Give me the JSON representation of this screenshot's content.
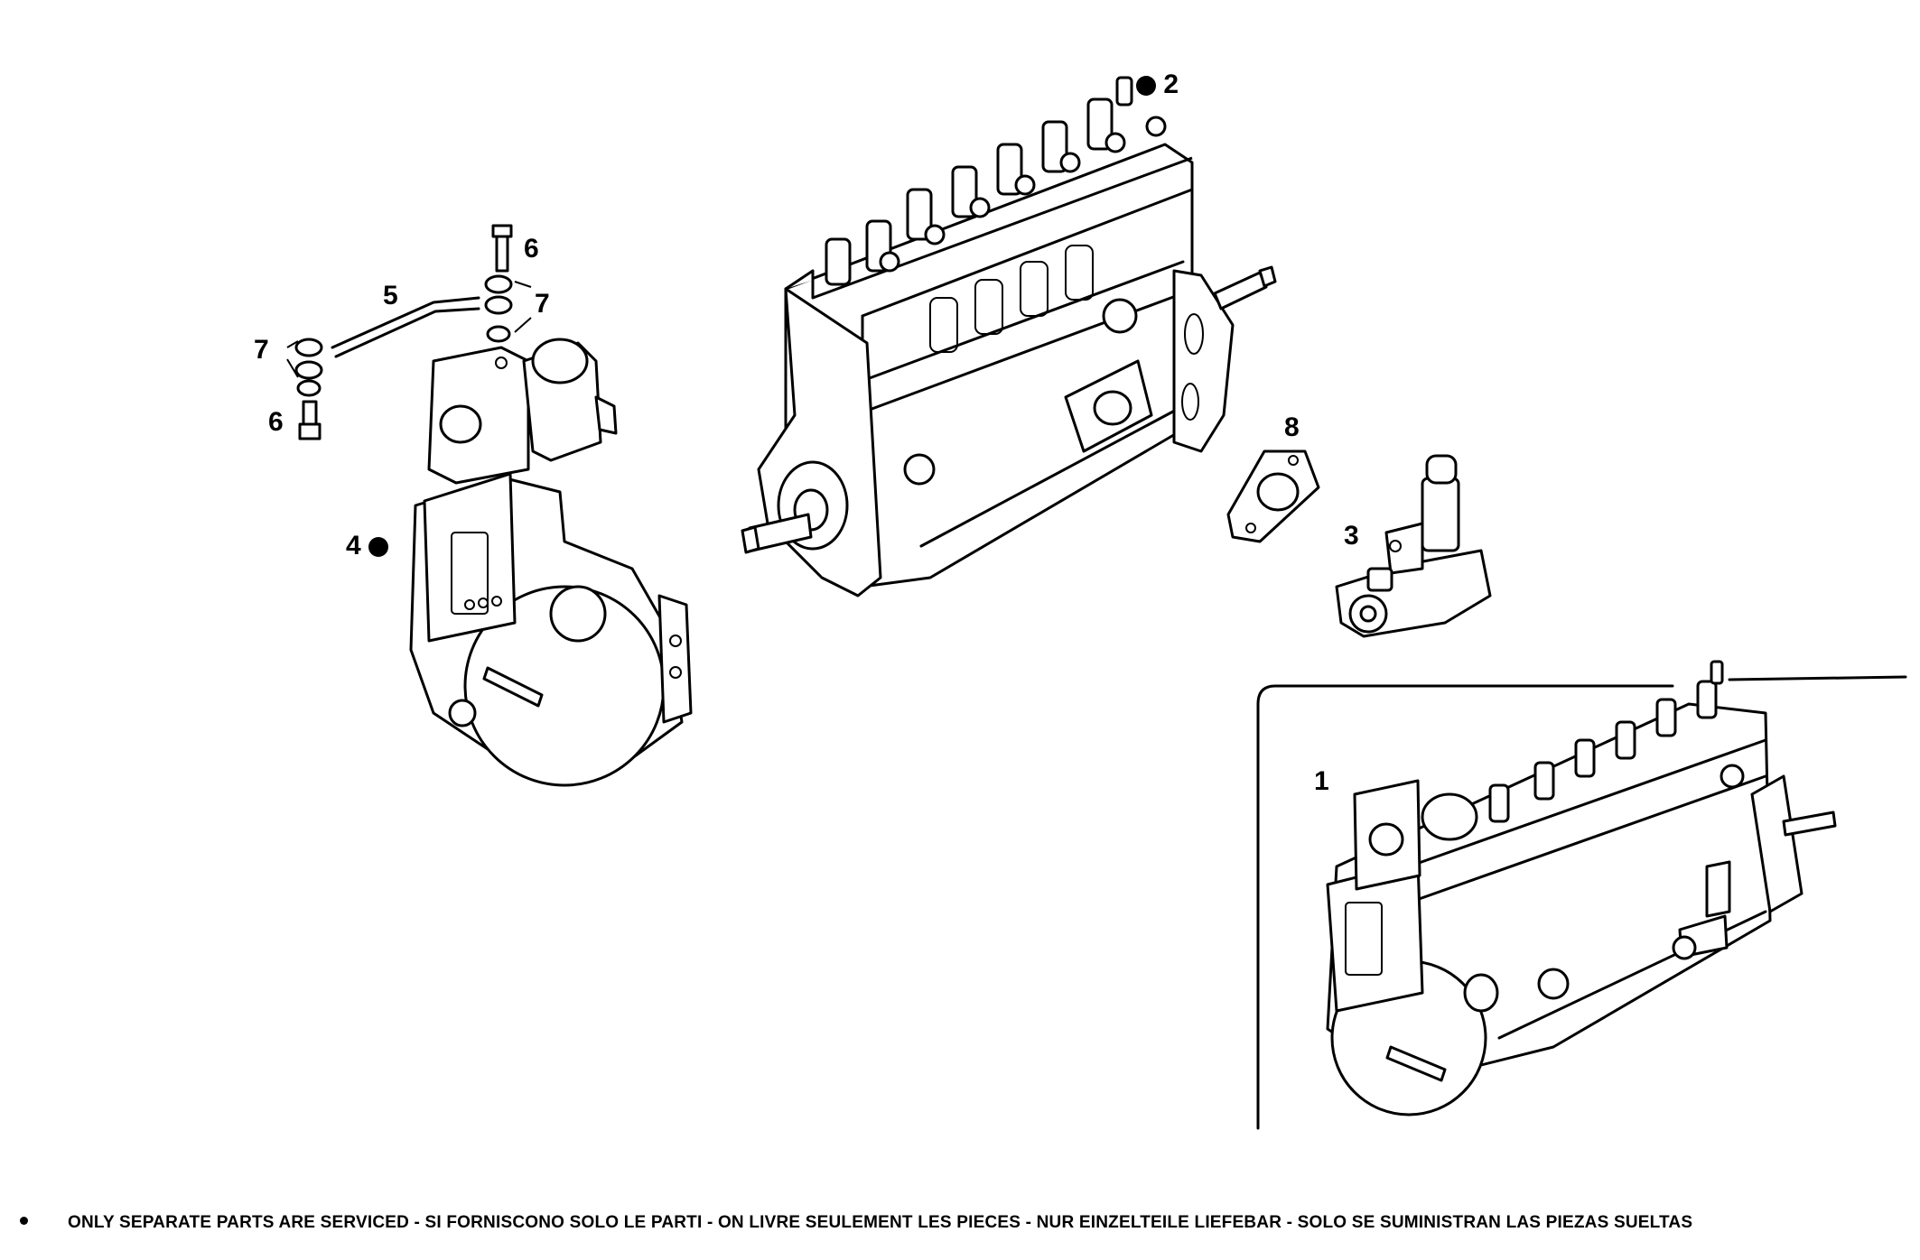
{
  "callouts": {
    "c1": "1",
    "c2": "2",
    "c3": "3",
    "c4": "4",
    "c5": "5",
    "c6a": "6",
    "c6b": "6",
    "c7a": "7",
    "c7b": "7",
    "c8": "8"
  },
  "footnote": {
    "text": "ONLY SEPARATE PARTS ARE SERVICED - SI FORNISCONO SOLO LE PARTI - ON LIVRE SEULEMENT LES PIECES - NUR EINZELTEILE LIEFEBAR - SOLO SE SUMINISTRAN LAS PIEZAS SUELTAS"
  }
}
